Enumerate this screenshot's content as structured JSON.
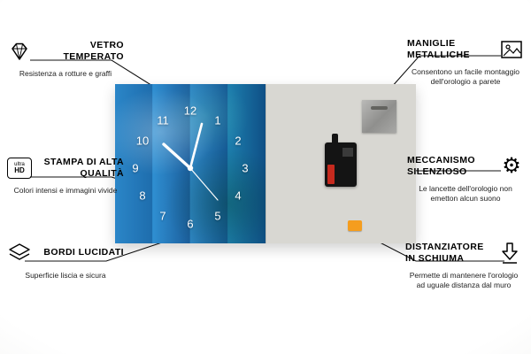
{
  "callouts": {
    "left": [
      {
        "icon": "diamond-icon",
        "title": "VETRO TEMPERATO",
        "subtitle": "Resistenza a rotture e graffi"
      },
      {
        "icon": "ultra-hd-icon",
        "title": "STAMPA DI ALTA QUALITÀ",
        "subtitle": "Colori intensi e immagini vivide"
      },
      {
        "icon": "layers-icon",
        "title": "BORDI LUCIDATI",
        "subtitle": "Superficie liscia e sicura"
      }
    ],
    "right": [
      {
        "icon": "picture-frame-icon",
        "title": "MANIGLIE METALLICHE",
        "subtitle": "Consentono un facile montaggio dell'orologio a parete"
      },
      {
        "icon": "gear-icon",
        "title": "MECCANISMO SILENZIOSO",
        "subtitle": "Le lancette dell'orologio non emetton alcun suono"
      },
      {
        "icon": "arrow-down-icon",
        "title": "DISTANZIATORE IN SCHIUMA",
        "subtitle": "Permette di mantenere l'orologio ad uguale distanza dal muro"
      }
    ]
  },
  "ultra_hd_badge": {
    "top": "ultra",
    "bottom": "HD"
  },
  "clock": {
    "numbers": [
      "12",
      "1",
      "2",
      "3",
      "4",
      "5",
      "6",
      "7",
      "8",
      "9",
      "10",
      "11"
    ]
  },
  "colors": {
    "face_blue": "#1f7fc0",
    "back_gray": "#d8d7d2",
    "spacer_orange": "#f59d1e",
    "battery_red": "#c62a1e"
  }
}
